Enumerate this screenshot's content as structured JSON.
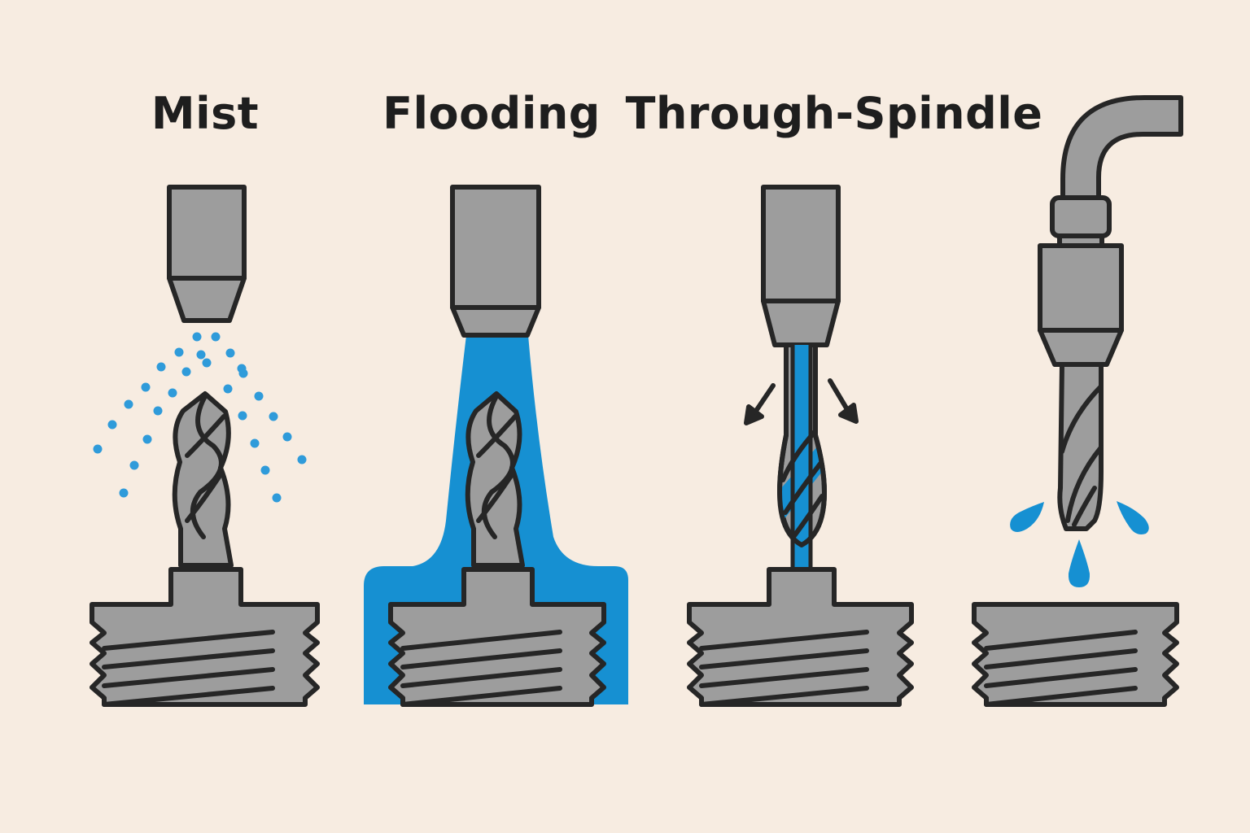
{
  "titles": {
    "mist": "Mist",
    "flooding": "Flooding",
    "through_spindle": "Through-Spindle"
  },
  "colors": {
    "background": "#F7ECE1",
    "metal": "#9D9D9D",
    "outline": "#262626",
    "coolant": "#1690D2",
    "mist_dots": "#2F9BDA",
    "title_text": "#1E1E1E"
  },
  "icons": [
    "spray-nozzle-icon",
    "coolant-droplet-icon",
    "drill-bit-icon",
    "tool-holder-icon",
    "workpiece-icon",
    "coolant-hose-icon",
    "direction-arrow-icon"
  ]
}
